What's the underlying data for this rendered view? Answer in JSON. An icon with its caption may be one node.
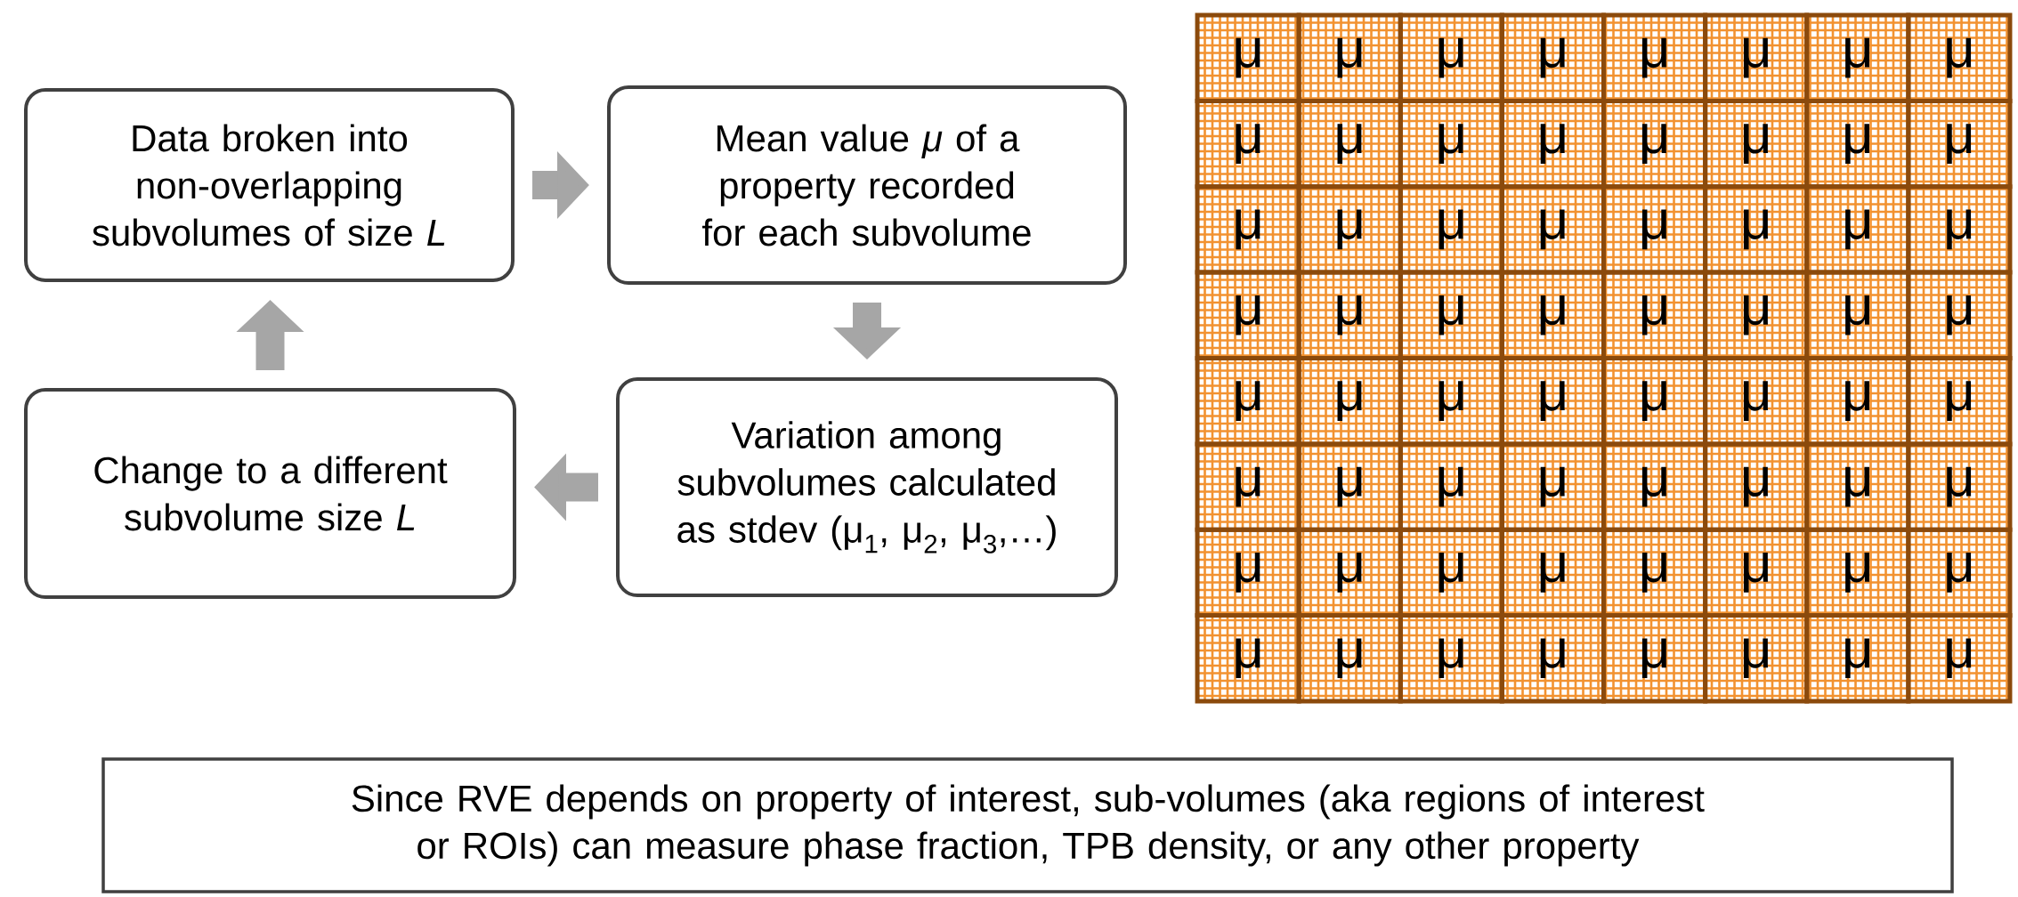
{
  "diagram": {
    "nodes": [
      {
        "text": [
          "Data broken into non-overlapping subvolumes of size *L*"
        ]
      },
      {
        "text": [
          "Mean value *μ* of a property recorded for each subvolume"
        ]
      },
      {
        "text": [
          "Variation among subvolumes calculated as stdev (μ$_{1}$, μ$_{2}$, μ$_{3}$,…)"
        ]
      },
      {
        "text": [
          "Change to a different subvolume size *L*"
        ]
      },
      {
        "text": [
          "Since RVE depends on property of interest, sub-volumes (aka regions of interest or ROIs) can measure phase fraction, TPB density, or any other property"
        ]
      },
      {
        "text": [
          "μ"
        ]
      },
      {
        "text": [
          "μ"
        ]
      },
      {
        "text": [
          "μ"
        ]
      },
      {
        "text": [
          "μ"
        ]
      },
      {
        "text": [
          "μ"
        ]
      },
      {
        "text": [
          "μ"
        ]
      },
      {
        "text": [
          "μ"
        ]
      },
      {
        "text": [
          "μ"
        ]
      },
      {
        "text": [
          "μ"
        ]
      },
      {
        "text": [
          "μ"
        ]
      },
      {
        "text": [
          "μ"
        ]
      },
      {
        "text": [
          "μ"
        ]
      },
      {
        "text": [
          "μ"
        ]
      },
      {
        "text": [
          "μ"
        ]
      },
      {
        "text": [
          "μ"
        ]
      },
      {
        "text": [
          "μ"
        ]
      },
      {
        "text": [
          "μ"
        ]
      },
      {
        "text": [
          "μ"
        ]
      },
      {
        "text": [
          "μ"
        ]
      },
      {
        "text": [
          "μ"
        ]
      },
      {
        "text": [
          "μ"
        ]
      },
      {
        "text": [
          "μ"
        ]
      },
      {
        "text": [
          "μ"
        ]
      },
      {
        "text": [
          "μ"
        ]
      },
      {
        "text": [
          "μ"
        ]
      },
      {
        "text": [
          "μ"
        ]
      },
      {
        "text": [
          "μ"
        ]
      },
      {
        "text": [
          "μ"
        ]
      },
      {
        "text": [
          "μ"
        ]
      },
      {
        "text": [
          "μ"
        ]
      },
      {
        "text": [
          "μ"
        ]
      },
      {
        "text": [
          "μ"
        ]
      },
      {
        "text": [
          "μ"
        ]
      },
      {
        "text": [
          "μ"
        ]
      },
      {
        "text": [
          "μ"
        ]
      },
      {
        "text": [
          "μ"
        ]
      },
      {
        "text": [
          "μ"
        ]
      },
      {
        "text": [
          "μ"
        ]
      },
      {
        "text": [
          "μ"
        ]
      },
      {
        "text": [
          "μ"
        ]
      },
      {
        "text": [
          "μ"
        ]
      },
      {
        "text": [
          "μ"
        ]
      },
      {
        "text": [
          "μ"
        ]
      },
      {
        "text": [
          "μ"
        ]
      },
      {
        "text": [
          "μ"
        ]
      },
      {
        "text": [
          "μ"
        ]
      },
      {
        "text": [
          "μ"
        ]
      },
      {
        "text": [
          "μ"
        ]
      },
      {
        "text": [
          "μ"
        ]
      },
      {
        "text": [
          "μ"
        ]
      },
      {
        "text": [
          "μ"
        ]
      },
      {
        "text": [
          "μ"
        ]
      },
      {
        "text": [
          "μ"
        ]
      },
      {
        "text": [
          "μ"
        ]
      },
      {
        "text": [
          "μ"
        ]
      },
      {
        "text": [
          "μ"
        ]
      },
      {
        "text": [
          "μ"
        ]
      },
      {
        "text": [
          "μ"
        ]
      },
      {
        "text": [
          "μ"
        ]
      },
      {
        "text": [
          "μ"
        ]
      },
      {
        "text": [
          "μ"
        ]
      },
      {
        "text": [
          "μ"
        ]
      },
      {
        "text": [
          "μ"
        ]
      },
      {
        "text": [
          "μ"
        ]
      }
    ],
    "edges": [
      {
        "from": 0,
        "to": 1,
        "arrow": "to"
      },
      {
        "from": 1,
        "to": 2,
        "arrow": "to"
      },
      {
        "from": 2,
        "to": 3,
        "arrow": "to"
      },
      {
        "from": 3,
        "to": 0,
        "arrow": "to"
      }
    ]
  }
}
